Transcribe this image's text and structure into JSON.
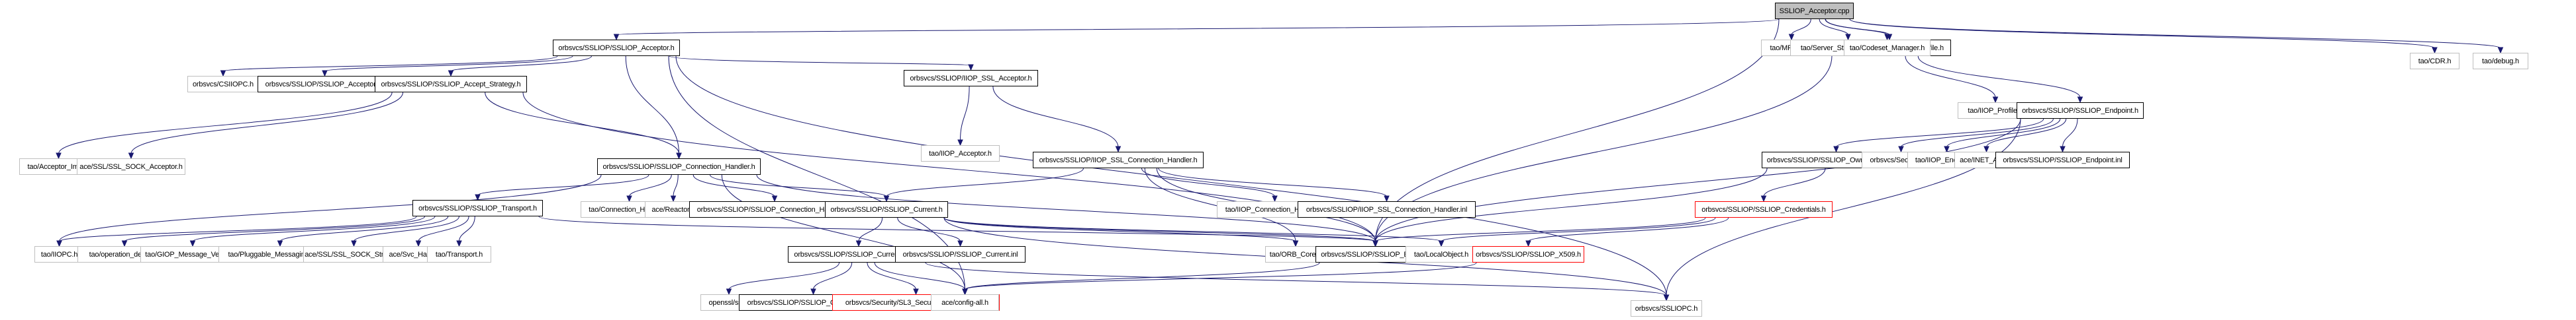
{
  "title": "SSLIOP_Acceptor.cpp include dependency graph",
  "colors": {
    "edge": "#191970",
    "root_fill": "#bfbfbf",
    "documented_border": "#000000",
    "external_border": "#bfbfbf",
    "incomplete_border": "#ff0000"
  },
  "nodes": [
    {
      "id": "root",
      "label": "SSLIOP_Acceptor.cpp",
      "kind": "root"
    },
    {
      "id": "acc_h",
      "label": "orbsvcs/SSLIOP/SSLIOP_Acceptor.h",
      "kind": "doc"
    },
    {
      "id": "profile_h",
      "label": "orbsvcs/SSLIOP/SSLIOP_Profile.h",
      "kind": "doc"
    },
    {
      "id": "mprofile",
      "label": "tao/MProfile.h",
      "kind": "ext"
    },
    {
      "id": "ssf",
      "label": "tao/Server_Strategy_Factory.h",
      "kind": "ext"
    },
    {
      "id": "codeset",
      "label": "tao/Codeset_Manager.h",
      "kind": "ext"
    },
    {
      "id": "cdr",
      "label": "tao/CDR.h",
      "kind": "ext"
    },
    {
      "id": "debug",
      "label": "tao/debug.h",
      "kind": "ext"
    },
    {
      "id": "csiiopc",
      "label": "orbsvcs/CSIIOPC.h",
      "kind": "ext"
    },
    {
      "id": "acc_inl",
      "label": "orbsvcs/SSLIOP/SSLIOP_Acceptor.inl",
      "kind": "doc"
    },
    {
      "id": "accstrat",
      "label": "orbsvcs/SSLIOP/SSLIOP_Accept_Strategy.h",
      "kind": "doc"
    },
    {
      "id": "iiop_ssl_acc",
      "label": "orbsvcs/SSLIOP/IIOP_SSL_Acceptor.h",
      "kind": "doc"
    },
    {
      "id": "iiop_profile",
      "label": "tao/IIOP_Profile.h",
      "kind": "ext"
    },
    {
      "id": "endpoint_h",
      "label": "orbsvcs/SSLIOP/SSLIOP_Endpoint.h",
      "kind": "doc"
    },
    {
      "id": "acc_impl",
      "label": "tao/Acceptor_Impl.h",
      "kind": "ext"
    },
    {
      "id": "ssl_sock_acc",
      "label": "ace/SSL/SSL_SOCK_Acceptor.h",
      "kind": "ext"
    },
    {
      "id": "conn_h",
      "label": "orbsvcs/SSLIOP/SSLIOP_Connection_Handler.h",
      "kind": "doc"
    },
    {
      "id": "iiop_acc",
      "label": "tao/IIOP_Acceptor.h",
      "kind": "ext"
    },
    {
      "id": "iiop_ssl_conn",
      "label": "orbsvcs/SSLIOP/IIOP_SSL_Connection_Handler.h",
      "kind": "doc"
    },
    {
      "id": "owncred",
      "label": "orbsvcs/SSLIOP/SSLIOP_OwnCredentials.h",
      "kind": "doc"
    },
    {
      "id": "securityc",
      "label": "orbsvcs/SecurityC.h",
      "kind": "ext"
    },
    {
      "id": "iiop_endpoint",
      "label": "tao/IIOP_Endpoint.h",
      "kind": "ext"
    },
    {
      "id": "inet_addr",
      "label": "ace/INET_Addr.h",
      "kind": "ext"
    },
    {
      "id": "endpoint_inl",
      "label": "orbsvcs/SSLIOP/SSLIOP_Endpoint.inl",
      "kind": "doc"
    },
    {
      "id": "transport_h",
      "label": "orbsvcs/SSLIOP/SSLIOP_Transport.h",
      "kind": "doc"
    },
    {
      "id": "tao_conn_h",
      "label": "tao/Connection_Handler.h",
      "kind": "ext"
    },
    {
      "id": "reactor",
      "label": "ace/Reactor.h",
      "kind": "ext"
    },
    {
      "id": "conn_inl",
      "label": "orbsvcs/SSLIOP/SSLIOP_Connection_Handler.inl",
      "kind": "doc"
    },
    {
      "id": "current_h",
      "label": "orbsvcs/SSLIOP/SSLIOP_Current.h",
      "kind": "doc"
    },
    {
      "id": "iiop_conn_h",
      "label": "tao/IIOP_Connection_Handler.h",
      "kind": "ext"
    },
    {
      "id": "iiop_ssl_conn_inl",
      "label": "orbsvcs/SSLIOP/IIOP_SSL_Connection_Handler.inl",
      "kind": "doc"
    },
    {
      "id": "cred_h",
      "label": "orbsvcs/SSLIOP/SSLIOP_Credentials.h",
      "kind": "red"
    },
    {
      "id": "iiopc",
      "label": "tao/IIOPC.h",
      "kind": "ext"
    },
    {
      "id": "opdetails",
      "label": "tao/operation_details.h",
      "kind": "ext"
    },
    {
      "id": "giopver",
      "label": "tao/GIOP_Message_Version.h",
      "kind": "ext"
    },
    {
      "id": "pmu",
      "label": "tao/Pluggable_Messaging_Utils.h",
      "kind": "ext"
    },
    {
      "id": "ssl_stream",
      "label": "ace/SSL/SSL_SOCK_Stream.h",
      "kind": "ext"
    },
    {
      "id": "svc_handler",
      "label": "ace/Svc_Handler.h",
      "kind": "ext"
    },
    {
      "id": "transport",
      "label": "tao/Transport.h",
      "kind": "ext"
    },
    {
      "id": "cur_impl_h",
      "label": "orbsvcs/SSLIOP/SSLIOP_Current_Impl.h",
      "kind": "doc"
    },
    {
      "id": "cur_inl",
      "label": "orbsvcs/SSLIOP/SSLIOP_Current.inl",
      "kind": "doc"
    },
    {
      "id": "orb_core",
      "label": "tao/ORB_Core.h",
      "kind": "ext"
    },
    {
      "id": "export_h",
      "label": "orbsvcs/SSLIOP/SSLIOP_Export.h",
      "kind": "doc"
    },
    {
      "id": "localobj",
      "label": "tao/LocalObject.h",
      "kind": "ext"
    },
    {
      "id": "x509",
      "label": "orbsvcs/SSLIOP/SSLIOP_X509.h",
      "kind": "red"
    },
    {
      "id": "openssl",
      "label": "openssl/ssl.h",
      "kind": "ext"
    },
    {
      "id": "cur_impl_inl",
      "label": "orbsvcs/SSLIOP/SSLIOP_Current_Impl.inl",
      "kind": "doc"
    },
    {
      "id": "sl3",
      "label": "orbsvcs/Security/SL3_SecurityCurrent_Impl.h",
      "kind": "red"
    },
    {
      "id": "config_all",
      "label": "ace/config-all.h",
      "kind": "ext"
    },
    {
      "id": "ssliopc",
      "label": "orbsvcs/SSLIOPC.h",
      "kind": "ext"
    }
  ],
  "edges": [
    [
      "root",
      "acc_h"
    ],
    [
      "root",
      "profile_h"
    ],
    [
      "root",
      "mprofile"
    ],
    [
      "root",
      "ssf"
    ],
    [
      "root",
      "codeset"
    ],
    [
      "root",
      "cdr"
    ],
    [
      "root",
      "debug"
    ],
    [
      "root",
      "export_h"
    ],
    [
      "acc_h",
      "csiiopc"
    ],
    [
      "acc_h",
      "acc_inl"
    ],
    [
      "acc_h",
      "accstrat"
    ],
    [
      "acc_h",
      "iiop_ssl_acc"
    ],
    [
      "acc_h",
      "conn_h"
    ],
    [
      "acc_h",
      "config_all"
    ],
    [
      "acc_h",
      "ssliopc"
    ],
    [
      "accstrat",
      "acc_impl"
    ],
    [
      "accstrat",
      "ssl_sock_acc"
    ],
    [
      "accstrat",
      "conn_h"
    ],
    [
      "accstrat",
      "export_h"
    ],
    [
      "iiop_ssl_acc",
      "iiop_acc"
    ],
    [
      "iiop_ssl_acc",
      "iiop_ssl_conn"
    ],
    [
      "profile_h",
      "iiop_profile"
    ],
    [
      "profile_h",
      "endpoint_h"
    ],
    [
      "profile_h",
      "export_h"
    ],
    [
      "endpoint_h",
      "owncred"
    ],
    [
      "endpoint_h",
      "securityc"
    ],
    [
      "endpoint_h",
      "iiop_endpoint"
    ],
    [
      "endpoint_h",
      "inet_addr"
    ],
    [
      "endpoint_h",
      "endpoint_inl"
    ],
    [
      "endpoint_h",
      "export_h"
    ],
    [
      "endpoint_h",
      "ssliopc"
    ],
    [
      "conn_h",
      "transport_h"
    ],
    [
      "conn_h",
      "tao_conn_h"
    ],
    [
      "conn_h",
      "reactor"
    ],
    [
      "conn_h",
      "conn_inl"
    ],
    [
      "conn_h",
      "current_h"
    ],
    [
      "conn_h",
      "iiopc"
    ],
    [
      "conn_h",
      "config_all"
    ],
    [
      "conn_h",
      "export_h"
    ],
    [
      "iiop_ssl_conn",
      "current_h"
    ],
    [
      "iiop_ssl_conn",
      "iiop_conn_h"
    ],
    [
      "iiop_ssl_conn",
      "iiop_ssl_conn_inl"
    ],
    [
      "iiop_ssl_conn",
      "orb_core"
    ],
    [
      "iiop_ssl_conn",
      "export_h"
    ],
    [
      "owncred",
      "cred_h"
    ],
    [
      "owncred",
      "export_h"
    ],
    [
      "cred_h",
      "x509"
    ],
    [
      "cred_h",
      "localobj"
    ],
    [
      "cred_h",
      "export_h"
    ],
    [
      "transport_h",
      "iiopc"
    ],
    [
      "transport_h",
      "opdetails"
    ],
    [
      "transport_h",
      "giopver"
    ],
    [
      "transport_h",
      "pmu"
    ],
    [
      "transport_h",
      "ssl_stream"
    ],
    [
      "transport_h",
      "svc_handler"
    ],
    [
      "transport_h",
      "transport"
    ],
    [
      "transport_h",
      "export_h"
    ],
    [
      "current_h",
      "cur_impl_h"
    ],
    [
      "current_h",
      "cur_inl"
    ],
    [
      "current_h",
      "orb_core"
    ],
    [
      "current_h",
      "export_h"
    ],
    [
      "current_h",
      "localobj"
    ],
    [
      "current_h",
      "ssliopc"
    ],
    [
      "cur_impl_h",
      "openssl"
    ],
    [
      "cur_impl_h",
      "cur_impl_inl"
    ],
    [
      "cur_impl_h",
      "sl3"
    ],
    [
      "cur_impl_h",
      "config_all"
    ],
    [
      "cur_impl_h",
      "ssliopc"
    ],
    [
      "x509",
      "config_all"
    ],
    [
      "export_h",
      "config_all"
    ]
  ]
}
